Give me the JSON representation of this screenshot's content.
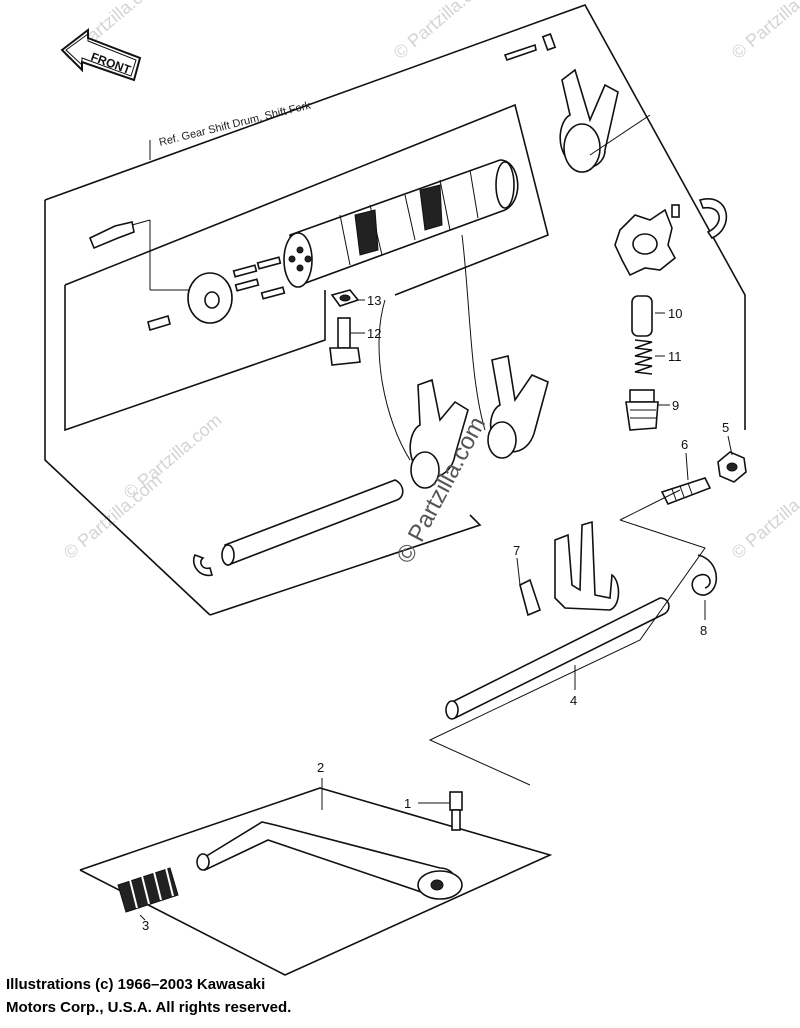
{
  "diagram": {
    "reference_text": "Ref.  Gear Shift Drum, Shift Fork",
    "front_arrow_label": "FRONT",
    "watermarks": [
      "© Partzilla.com",
      "© Partzilla.com",
      "© Partzilla.com",
      "© Partzilla.com",
      "© Partzilla.com",
      "© Partzilla.com"
    ],
    "center_watermark": "© Partzilla.com",
    "callouts": {
      "p1": "1",
      "p2": "2",
      "p3": "3",
      "p4": "4",
      "p5": "5",
      "p6": "6",
      "p7": "7",
      "p8": "8",
      "p9": "9",
      "p10": "10",
      "p11": "11",
      "p12": "12",
      "p13": "13"
    }
  },
  "copyright": {
    "line1": "Illustrations (c) 1966–2003 Kawasaki",
    "line2": "Motors Corp., U.S.A.  All rights reserved."
  }
}
